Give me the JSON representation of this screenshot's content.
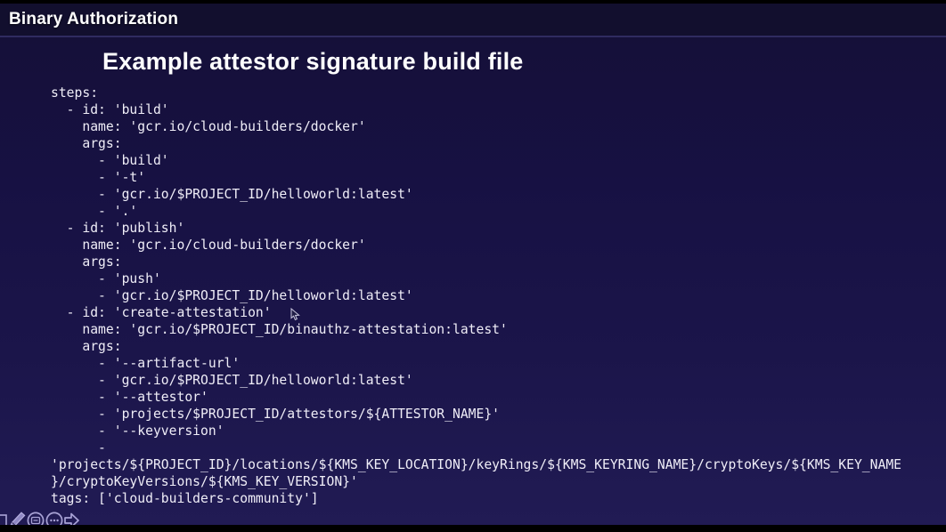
{
  "header": {
    "title": "Binary Authorization"
  },
  "slide": {
    "title": "Example attestor signature build file"
  },
  "code": {
    "language": "yaml",
    "lines": [
      "steps:",
      "  - id: 'build'",
      "    name: 'gcr.io/cloud-builders/docker'",
      "    args:",
      "      - 'build'",
      "      - '-t'",
      "      - 'gcr.io/$PROJECT_ID/helloworld:latest'",
      "      - '.'",
      "  - id: 'publish'",
      "    name: 'gcr.io/cloud-builders/docker'",
      "    args:",
      "      - 'push'",
      "      - 'gcr.io/$PROJECT_ID/helloworld:latest'",
      "  - id: 'create-attestation'",
      "    name: 'gcr.io/$PROJECT_ID/binauthz-attestation:latest'",
      "    args:",
      "      - '--artifact-url'",
      "      - 'gcr.io/$PROJECT_ID/helloworld:latest'",
      "      - '--attestor'",
      "      - 'projects/$PROJECT_ID/attestors/${ATTESTOR_NAME}'",
      "      - '--keyversion'",
      "      -",
      "'projects/${PROJECT_ID}/locations/${KMS_KEY_LOCATION}/keyRings/${KMS_KEYRING_NAME}/cryptoKeys/${KMS_KEY_NAME",
      "}/cryptoKeyVersions/${KMS_KEY_VERSION}'",
      "tags: ['cloud-builders-community']"
    ]
  },
  "toolbar": {
    "icons": [
      {
        "name": "partial-square-icon"
      },
      {
        "name": "pencil-icon"
      },
      {
        "name": "frames-circle-icon"
      },
      {
        "name": "ellipsis-circle-icon"
      },
      {
        "name": "arrow-right-icon"
      }
    ]
  },
  "colors": {
    "header_band": "#120f2e",
    "divider": "#2f2b60",
    "body_gradient_top": "#151039",
    "body_gradient_bottom": "#211b54",
    "title_text": "#ffffff",
    "code_text": "#efedf7",
    "toolbar_icon": "#a9a3d6"
  }
}
